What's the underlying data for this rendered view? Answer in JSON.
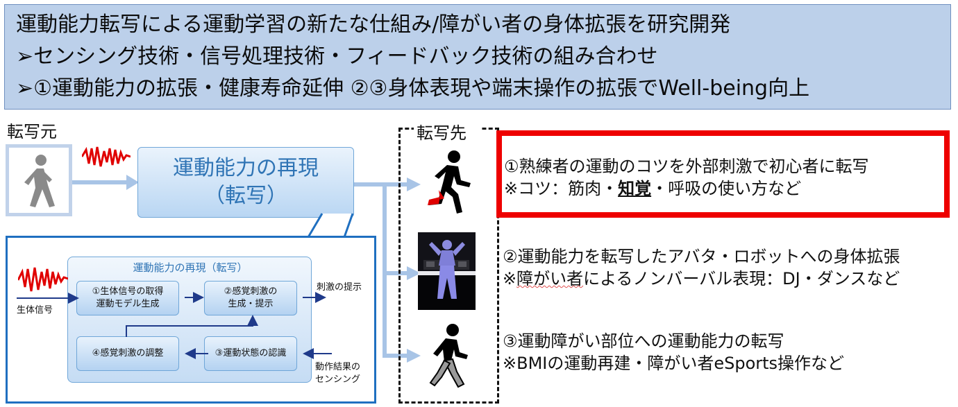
{
  "header": {
    "line1": "運動能力転写による運動学習の新たな仕組み/障がい者の身体拡張を研究開発",
    "line2": "➢センシング技術・信号処理技術・フィードバック技術の組み合わせ",
    "line3": "➢①運動能力の拡張・健康寿命延伸 ②③身体表現や端末操作の拡張でWell-being向上"
  },
  "source": {
    "label": "転写元"
  },
  "destination": {
    "label": "転写先"
  },
  "reproduction": {
    "line1": "運動能力の再現",
    "line2": "（転写）"
  },
  "detail": {
    "title": "運動能力の再現（転写）",
    "step1": {
      "line1": "①生体信号の取得",
      "line2": "運動モデル生成"
    },
    "step2": {
      "line1": "②感覚刺激の",
      "line2": "生成・提示"
    },
    "step3": "③運動状態の認識",
    "step4": "④感覚刺激の調整",
    "input_label": "生体信号",
    "output_label": "刺激の提示",
    "feedback_label_1": "動作結果の",
    "feedback_label_2": "センシング"
  },
  "items": [
    {
      "line1": "①熟練者の運動のコツを外部刺激で初心者に転写",
      "line2_pre": "※コツ：筋肉・",
      "line2_bold": "知覚",
      "line2_post": "・呼吸の使い方など"
    },
    {
      "line1": "②運動能力を転写したアバタ・ロボットへの身体拡張",
      "line2_pre": "※",
      "line2_squiggle": "障がい者",
      "line2_post": "によるノンバーバル表現：DJ・ダンスなど"
    },
    {
      "line1": "③運動障がい部位への運動能力の転写",
      "line2": "※BMIの運動再建・障がい者eSports操作など"
    }
  ],
  "colors": {
    "header_bg": "#bcd0ea",
    "accent_blue": "#2f74b5",
    "highlight_red": "#ee0000",
    "signal_red": "#e00000",
    "arrow_light": "#a8c4e6",
    "arrow_dark": "#1f3a8a"
  }
}
